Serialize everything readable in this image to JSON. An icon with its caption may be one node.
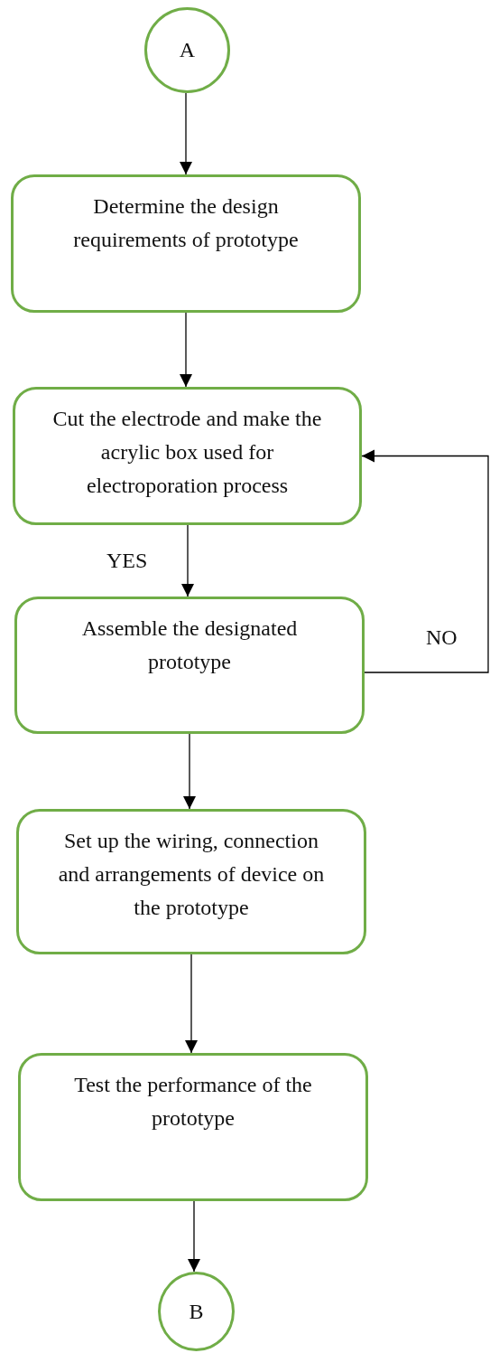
{
  "diagram": {
    "nodes": [
      {
        "text": [
          "A"
        ]
      },
      {
        "text": [
          "Determine the design requirements of prototype"
        ]
      },
      {
        "text": [
          "Cut the electrode and make the acrylic box used for electroporation process"
        ]
      },
      {
        "text": [
          "Assemble the designated prototype"
        ]
      },
      {
        "text": [
          "Set up the wiring, connection and arrangements of device on the prototype"
        ]
      },
      {
        "text": [
          "Test the performance of the prototype"
        ]
      },
      {
        "text": [
          "B"
        ]
      }
    ],
    "edges": [
      {
        "from": 0,
        "to": 1,
        "arrow": "to"
      },
      {
        "from": 1,
        "to": 2,
        "arrow": "to"
      },
      {
        "from": 2,
        "to": 3,
        "arrow": "to",
        "label": "YES"
      },
      {
        "from": 3,
        "to": 2,
        "arrow": "to",
        "label": "NO"
      },
      {
        "from": 3,
        "to": 4,
        "arrow": "to"
      },
      {
        "from": 4,
        "to": 5,
        "arrow": "to"
      },
      {
        "from": 5,
        "to": 6,
        "arrow": "to"
      }
    ]
  }
}
